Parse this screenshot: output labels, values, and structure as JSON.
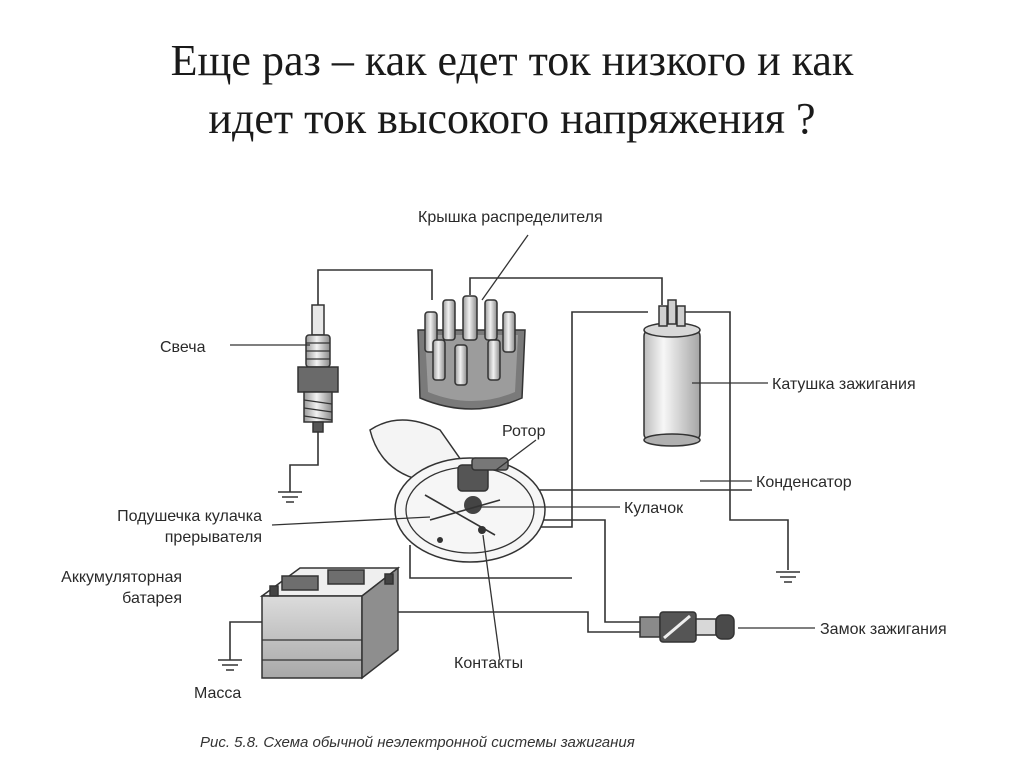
{
  "title": {
    "line1": "Еще раз – как едет ток низкого и как",
    "line2": "идет ток высокого напряжения ?"
  },
  "labels": {
    "distributor_cap": "Крышка распределителя",
    "spark_plug": "Свеча",
    "ignition_coil": "Катушка зажигания",
    "rotor": "Ротор",
    "condenser": "Конденсатор",
    "cam": "Кулачок",
    "cam_follower_line1": "Подушечка кулачка",
    "cam_follower_line2": "прерывателя",
    "battery_line1": "Аккумуляторная",
    "battery_line2": "батарея",
    "ignition_switch": "Замок зажигания",
    "contacts": "Контакты",
    "ground": "Масса"
  },
  "caption": "Рис. 5.8. Схема обычной неэлектронной системы зажигания",
  "icons": [
    "ground-symbol-icon",
    "spark-plug-icon",
    "coil-icon",
    "battery-icon",
    "ignition-key-icon"
  ]
}
